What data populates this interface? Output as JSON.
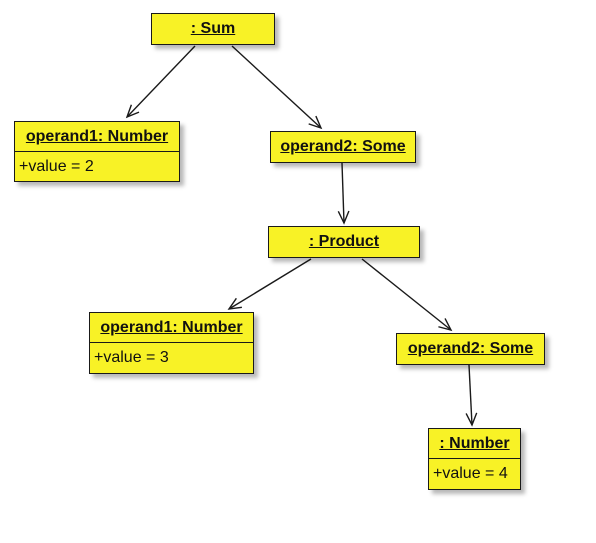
{
  "colors": {
    "box_fill": "#f8f226",
    "border": "#1a1a1a",
    "line": "#1a1a1a"
  },
  "nodes": {
    "sum": {
      "title": ": Sum"
    },
    "sum_operand1": {
      "title": "operand1: Number",
      "attribute": "+value = 2"
    },
    "sum_operand2": {
      "title": "operand2: Some"
    },
    "product": {
      "title": ": Product"
    },
    "product_operand1": {
      "title": "operand1: Number",
      "attribute": "+value = 3"
    },
    "product_operand2": {
      "title": "operand2: Some"
    },
    "number": {
      "title": ": Number",
      "attribute": "+value = 4"
    }
  },
  "edges": [
    {
      "from": "sum",
      "to": "sum_operand1",
      "arrow": "open"
    },
    {
      "from": "sum",
      "to": "sum_operand2",
      "arrow": "open"
    },
    {
      "from": "sum_operand2",
      "to": "product",
      "arrow": "open"
    },
    {
      "from": "product",
      "to": "product_operand1",
      "arrow": "open"
    },
    {
      "from": "product",
      "to": "product_operand2",
      "arrow": "open"
    },
    {
      "from": "product_operand2",
      "to": "number",
      "arrow": "open"
    }
  ]
}
